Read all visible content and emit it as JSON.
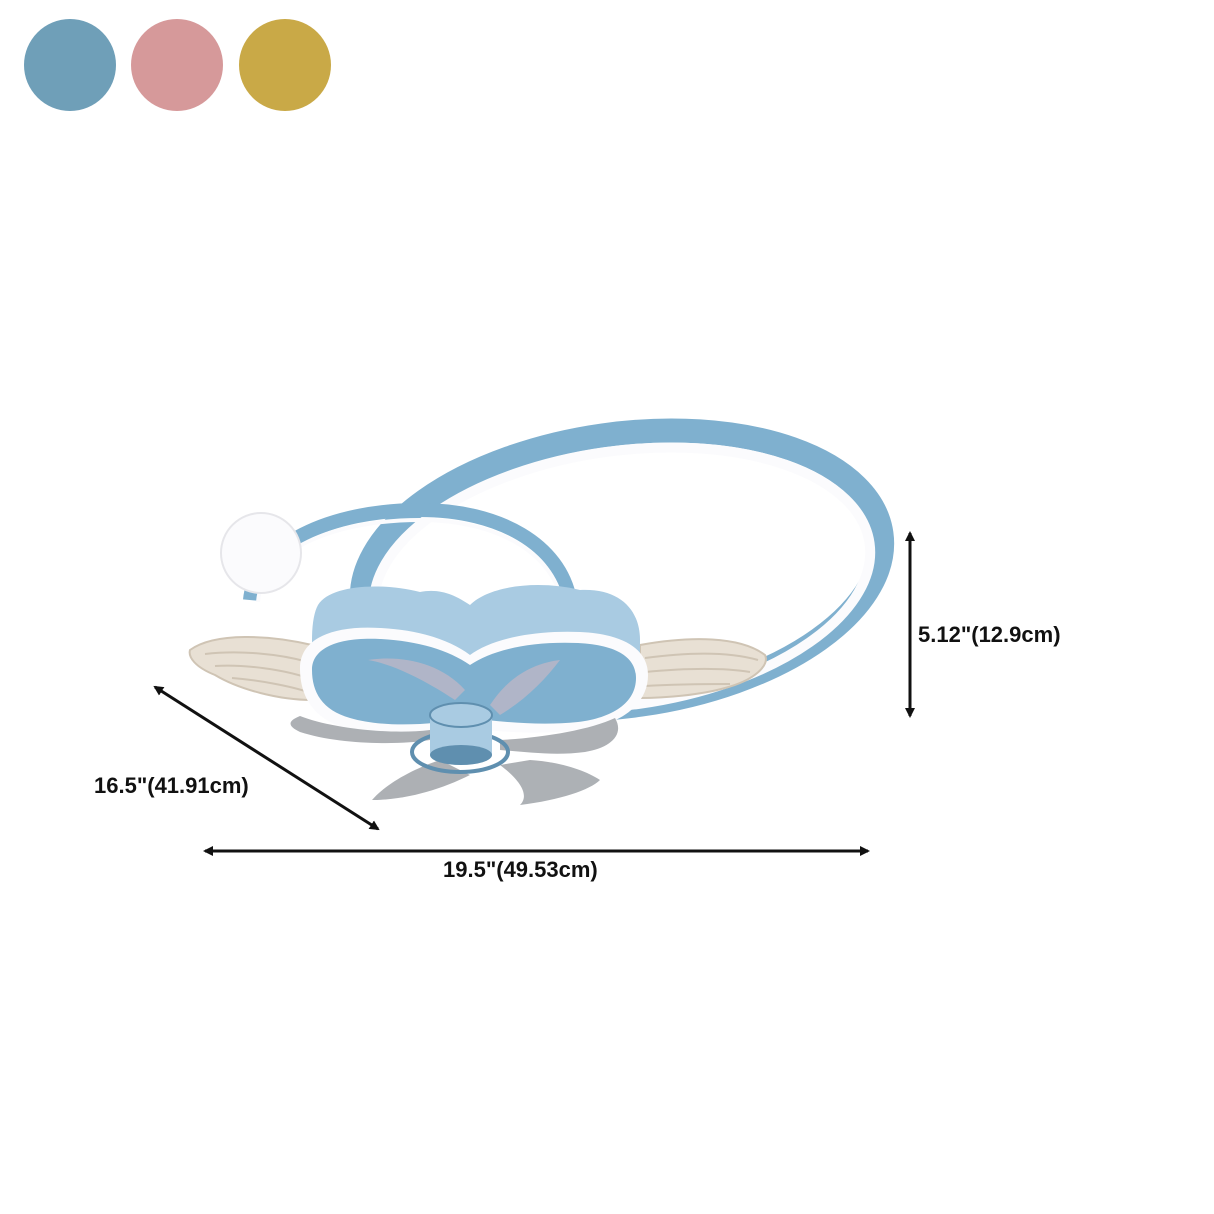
{
  "colors": {
    "options": [
      {
        "name": "blue",
        "hex": "#6f9fb8"
      },
      {
        "name": "pink",
        "hex": "#d6999a"
      },
      {
        "name": "gold",
        "hex": "#c9a947"
      }
    ],
    "body_blue": "#7fb0cf",
    "blue_light": "#a9cbe2",
    "blue_dark": "#5f8faf",
    "glow": "#fbfbfd",
    "wing": "#e8e0d4",
    "wing_shade": "#cfc4b4",
    "blade": "#9fa3a8",
    "arrow": "#111111"
  },
  "dimensions": {
    "height": "5.12\"(12.9cm)",
    "depth": "16.5\"(41.91cm)",
    "width": "19.5\"(49.53cm)"
  }
}
